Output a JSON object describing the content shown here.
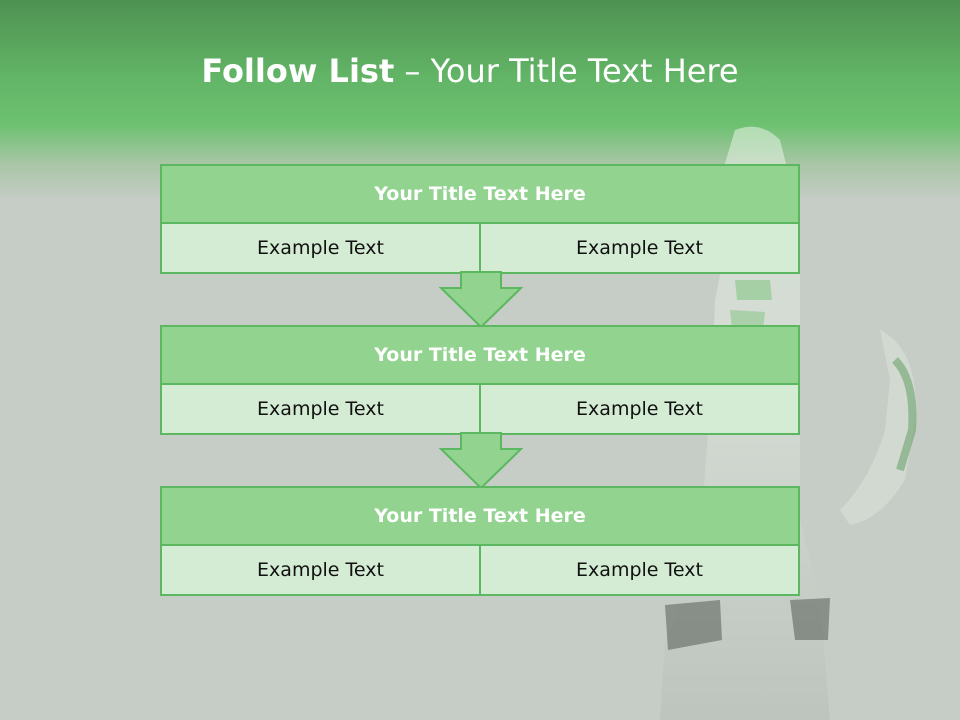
{
  "slide": {
    "title_bold": "Follow List",
    "title_rest": " – Your Title Text Here"
  },
  "blocks": [
    {
      "title": "Your Title Text Here",
      "left": "Example Text",
      "right": "Example Text"
    },
    {
      "title": "Your Title Text Here",
      "left": "Example Text",
      "right": "Example Text"
    },
    {
      "title": "Your Title Text Here",
      "left": "Example Text",
      "right": "Example Text"
    }
  ],
  "colors": {
    "header_green": "#62b466",
    "block_head": "#91d38f",
    "block_cell": "#d4ebd4",
    "border": "#5cb860",
    "background": "#c6ccc6"
  }
}
